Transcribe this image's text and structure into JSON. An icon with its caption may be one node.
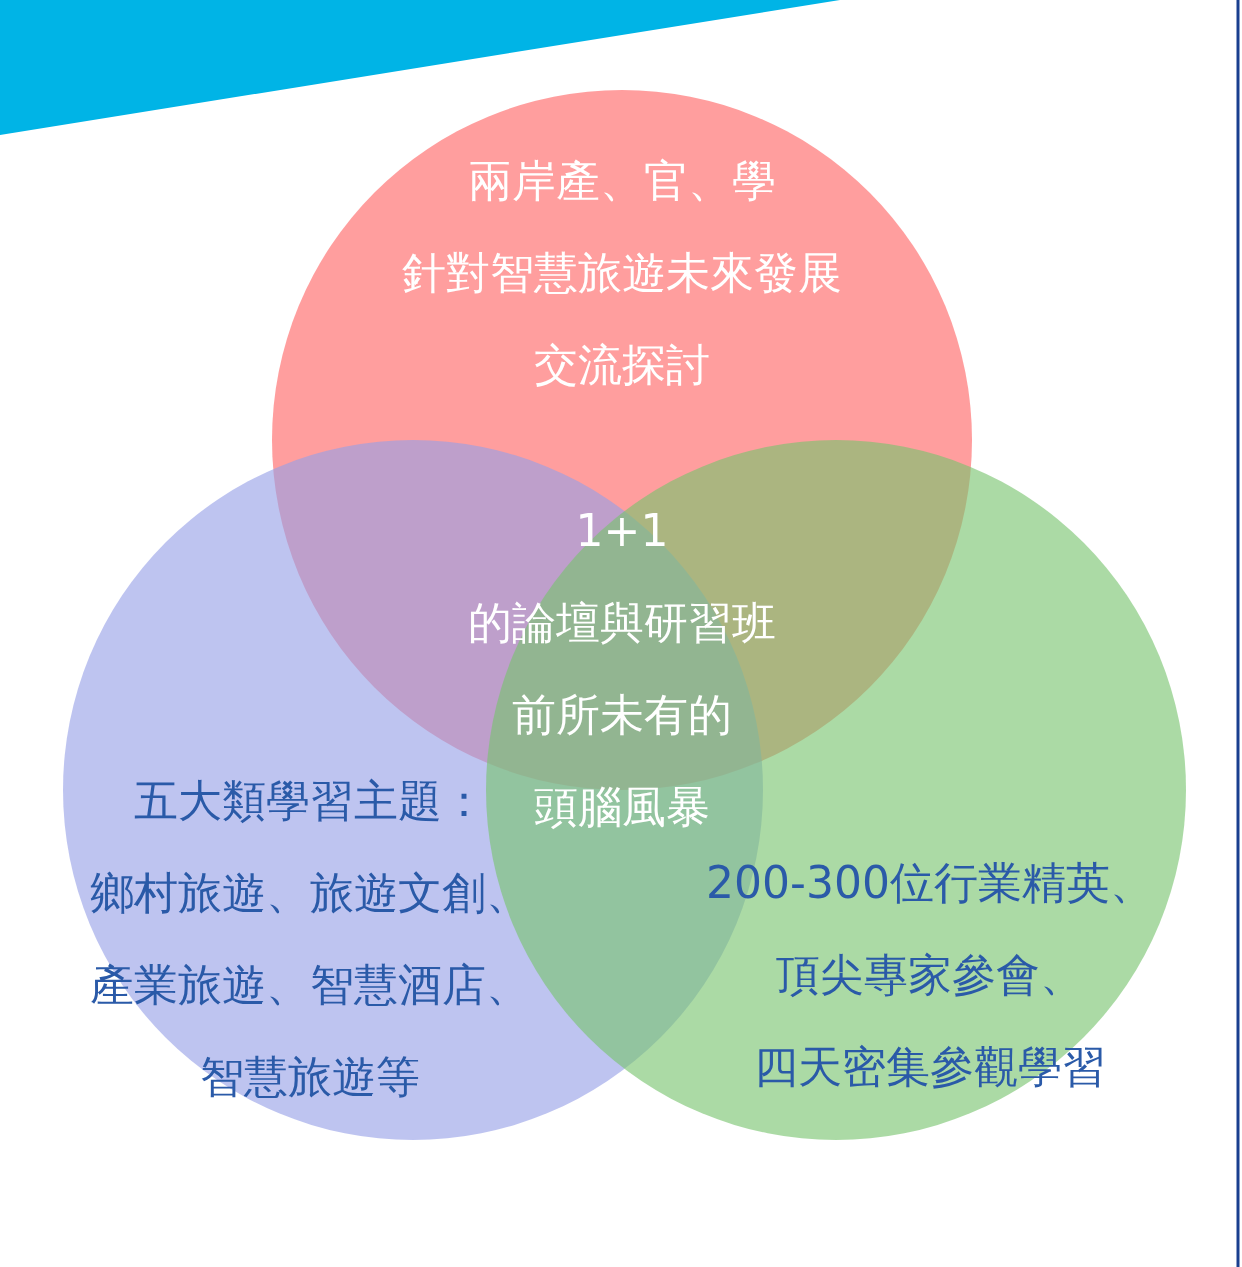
{
  "diagram": {
    "nodes": [
      {
        "text": [
          "兩岸產、官、學",
          "針對智慧旅遊未來發展",
          "交流探討"
        ]
      },
      {
        "text": [
          "五大類學習主題：",
          "鄉村旅遊、旅遊文創、",
          "產業旅遊、智慧酒店、",
          "智慧旅遊等"
        ]
      },
      {
        "text": [
          "200-300位行業精英、",
          "頂尖專家參會、",
          "四天密集參觀學習"
        ]
      }
    ],
    "edges": [],
    "labels": [
      "1+1",
      "的論壇與研習班",
      "前所未有的",
      "頭腦風暴"
    ]
  }
}
